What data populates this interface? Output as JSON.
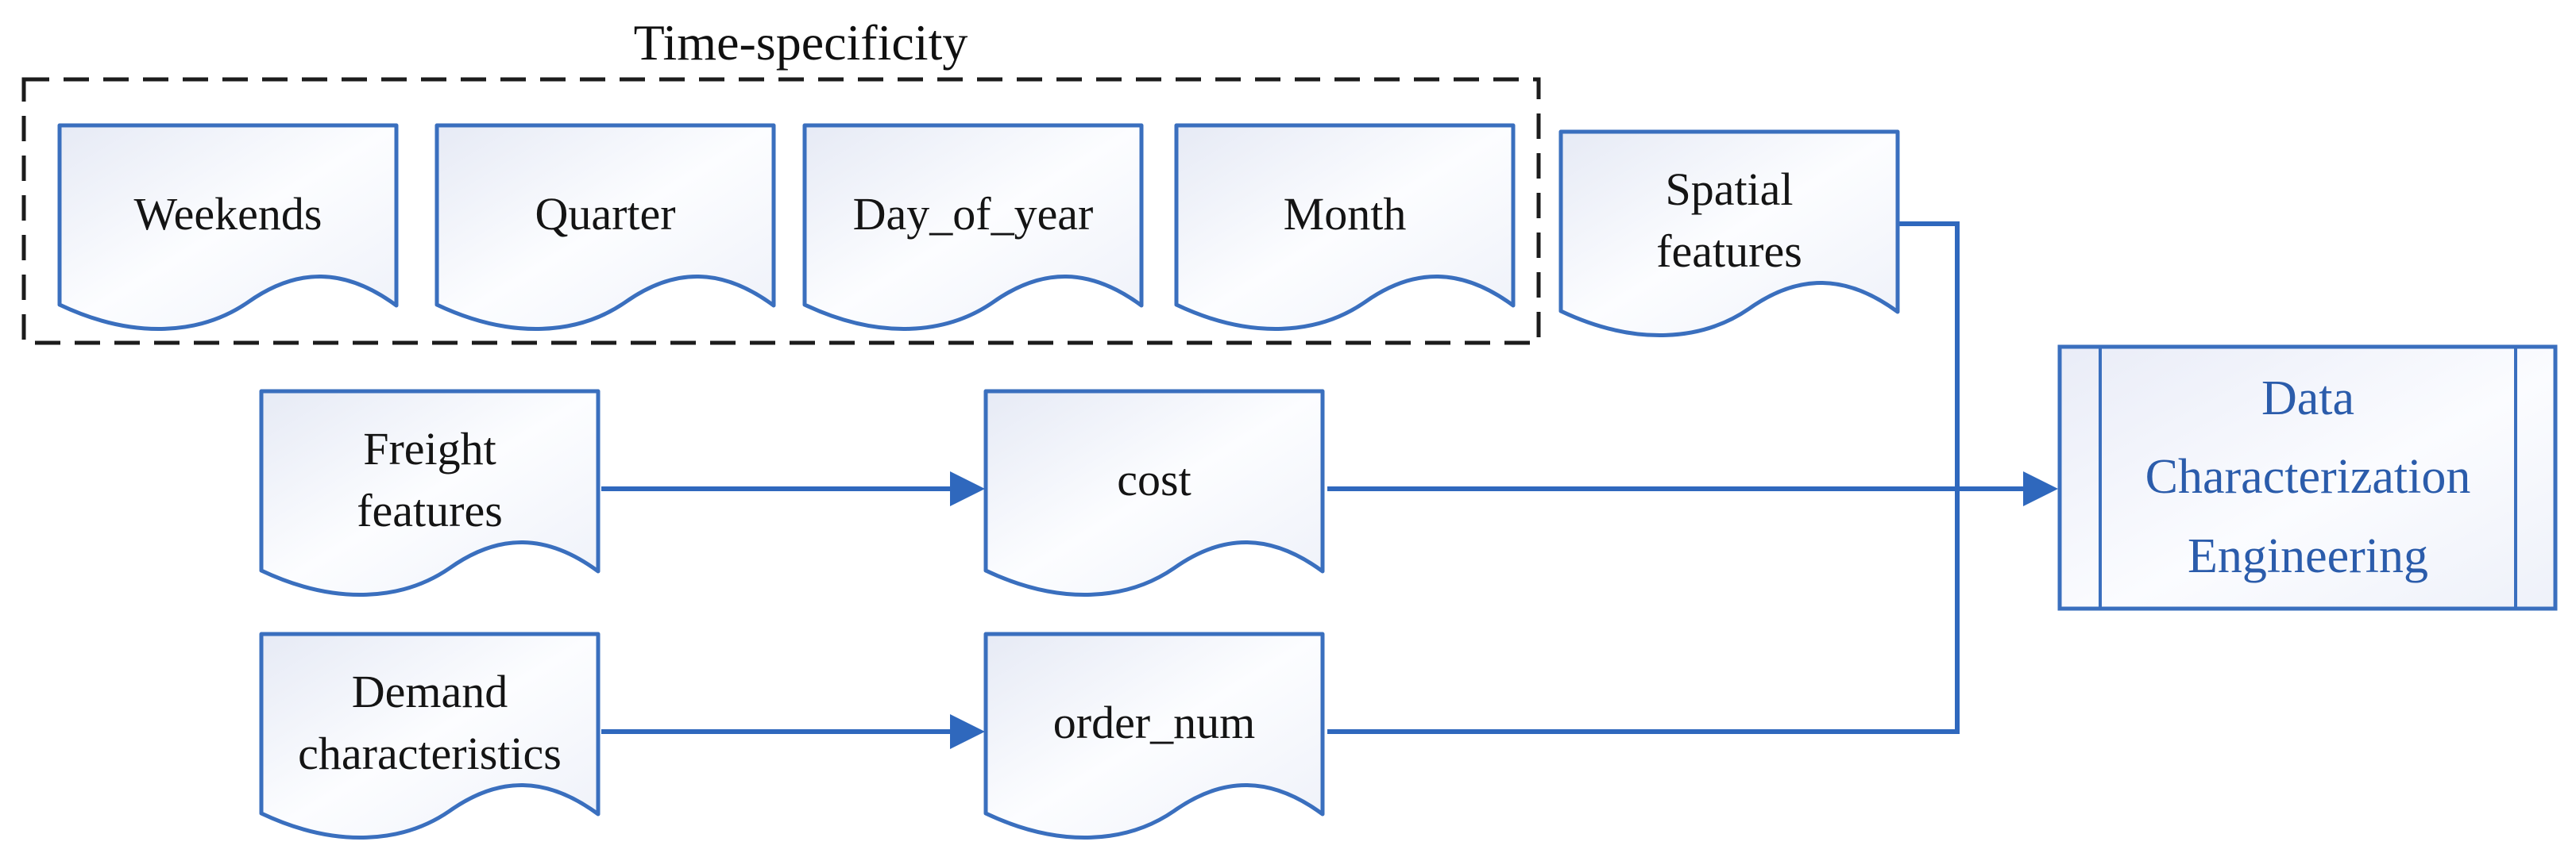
{
  "diagram": {
    "title": "Time-specificity",
    "group": {
      "label": "Time-specificity",
      "members": [
        "Weekends",
        "Quarter",
        "Day_of_year",
        "Month"
      ]
    },
    "nodes": {
      "weekends": {
        "label": "Weekends",
        "shape": "document"
      },
      "quarter": {
        "label": "Quarter",
        "shape": "document"
      },
      "day_of_year": {
        "label": "Day_of_year",
        "shape": "document"
      },
      "month": {
        "label": "Month",
        "shape": "document"
      },
      "spatial": {
        "label": "Spatial\nfeatures",
        "shape": "document"
      },
      "freight": {
        "label": "Freight\nfeatures",
        "shape": "document"
      },
      "cost": {
        "label": "cost",
        "shape": "document"
      },
      "demand": {
        "label": "Demand\ncharacteristics",
        "shape": "document"
      },
      "order_num": {
        "label": "order_num",
        "shape": "document"
      },
      "engine": {
        "label": "Data\nCharacterization\nEngineering",
        "shape": "predefined-process"
      }
    },
    "edges": [
      {
        "from": "Freight features",
        "to": "cost"
      },
      {
        "from": "Demand characteristics",
        "to": "order_num"
      },
      {
        "from": "cost",
        "to": "Data Characterization Engineering"
      },
      {
        "from": "order_num",
        "to": "Data Characterization Engineering"
      },
      {
        "from": "Spatial features",
        "to": "Data Characterization Engineering"
      }
    ],
    "colors": {
      "shape_border": "#3a6fbe",
      "connector": "#2f68bd",
      "box_text": "#2b5cab",
      "label_text": "#141414",
      "dashed_border": "#1c1c1c",
      "shape_fill_light": "#e7ebf6",
      "shape_fill_white": "#fcfdff"
    }
  }
}
